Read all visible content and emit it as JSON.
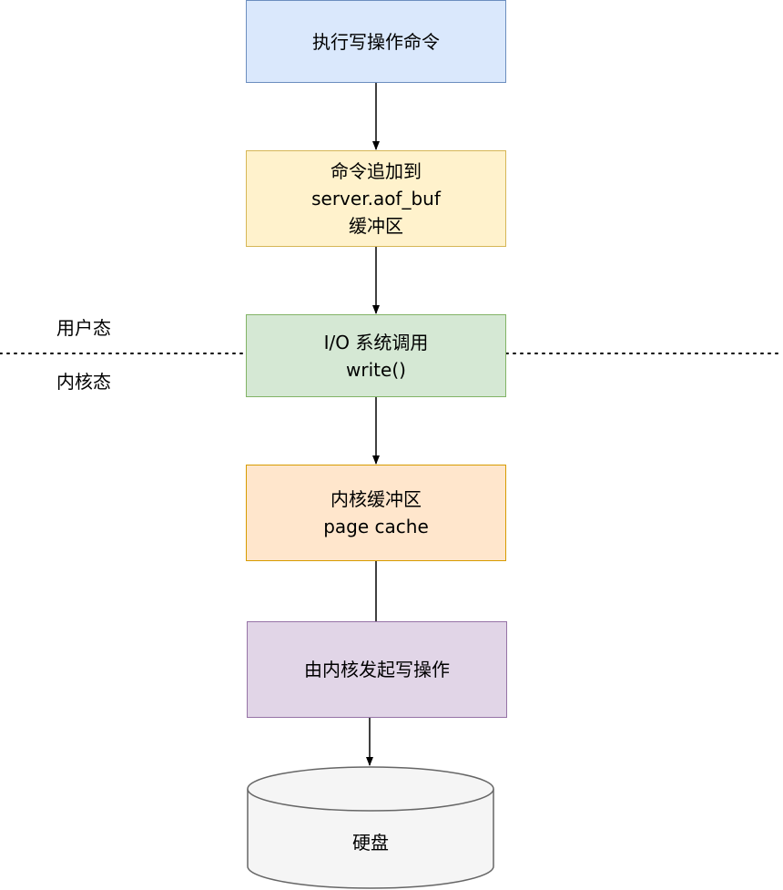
{
  "nodes": {
    "exec_write": {
      "label": "执行写操作命令",
      "fill": "#dae8fc",
      "stroke": "#6c8ebf"
    },
    "append_buf": {
      "label": "命令追加到\nserver.aof_buf\n缓冲区",
      "fill": "#fff2cc",
      "stroke": "#d6b656"
    },
    "io_call": {
      "label": "I/O 系统调用\nwrite()",
      "fill": "#d5e8d4",
      "stroke": "#82b366"
    },
    "page_cache": {
      "label": "内核缓冲区\npage cache",
      "fill": "#ffe6cc",
      "stroke": "#d79b00"
    },
    "kernel_write": {
      "label": "由内核发起写操作",
      "fill": "#e1d5e7",
      "stroke": "#9673a6"
    },
    "disk": {
      "label": "硬盘",
      "fill": "#f5f5f5",
      "stroke": "#666666"
    }
  },
  "regions": {
    "user_space": "用户态",
    "kernel_space": "内核态"
  },
  "colors": {
    "arrow": "#000000",
    "boundary": "#000000"
  }
}
